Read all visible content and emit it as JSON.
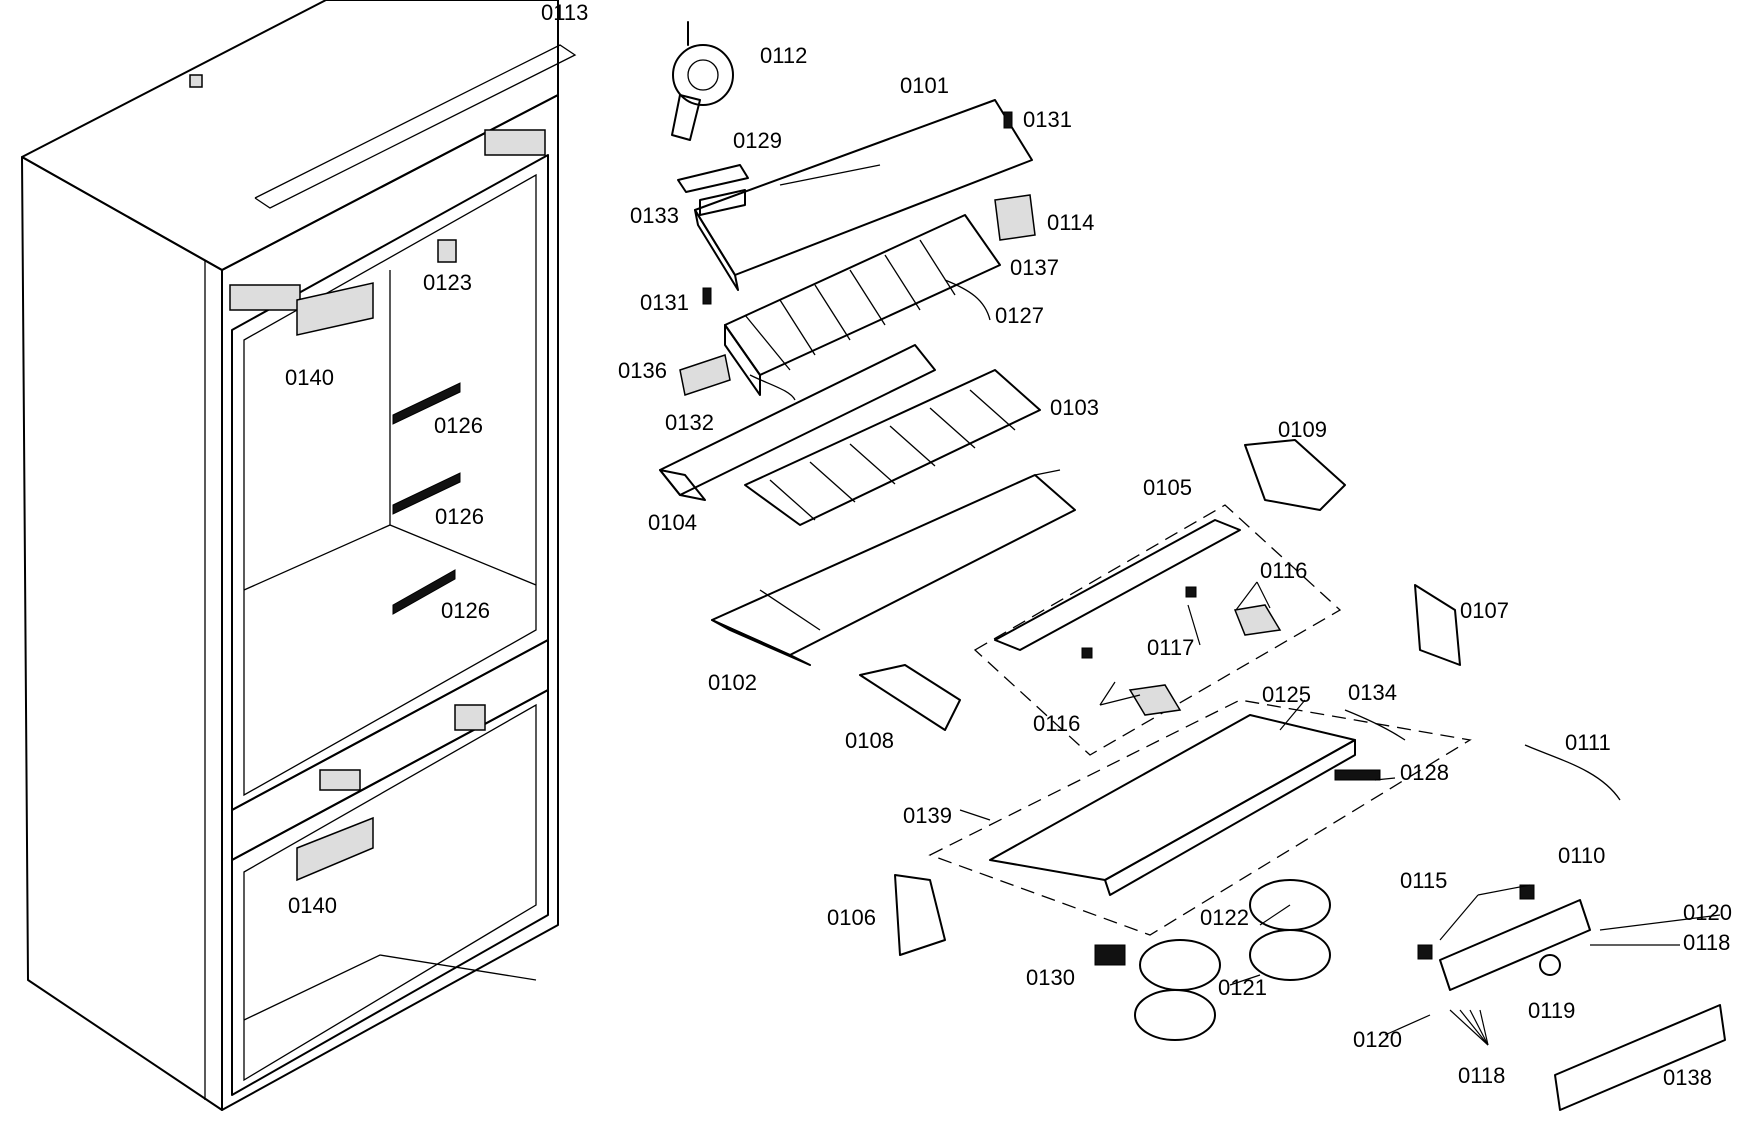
{
  "labels": {
    "p0101": "0101",
    "p0102": "0102",
    "p0103": "0103",
    "p0104": "0104",
    "p0105": "0105",
    "p0106": "0106",
    "p0107": "0107",
    "p0108": "0108",
    "p0109": "0109",
    "p0110": "0110",
    "p0111": "0111",
    "p0112": "0112",
    "p0113": "0113",
    "p0114": "0114",
    "p0115": "0115",
    "p0116a": "0116",
    "p0116b": "0116",
    "p0117": "0117",
    "p0118a": "0118",
    "p0118b": "0118",
    "p0119": "0119",
    "p0120a": "0120",
    "p0120b": "0120",
    "p0121": "0121",
    "p0122": "0122",
    "p0123": "0123",
    "p0125": "0125",
    "p0126a": "0126",
    "p0126b": "0126",
    "p0126c": "0126",
    "p0127": "0127",
    "p0128": "0128",
    "p0129": "0129",
    "p0130": "0130",
    "p0131a": "0131",
    "p0131b": "0131",
    "p0132": "0132",
    "p0133": "0133",
    "p0134": "0134",
    "p0136": "0136",
    "p0137": "0137",
    "p0138": "0138",
    "p0139": "0139",
    "p0140a": "0140",
    "p0140b": "0140"
  }
}
